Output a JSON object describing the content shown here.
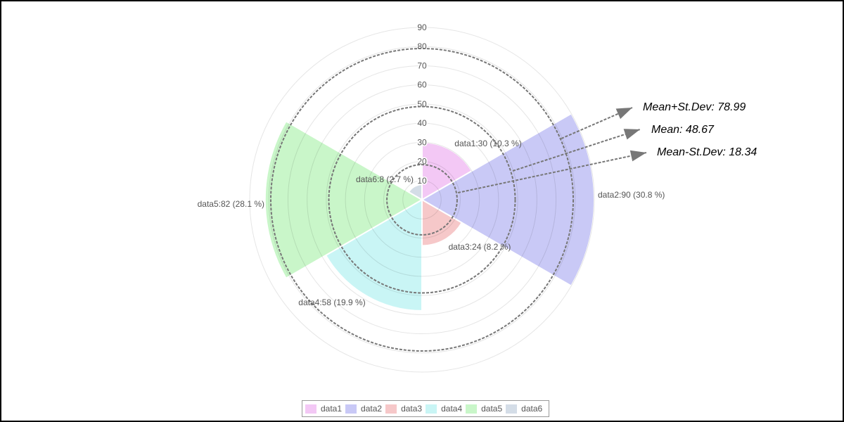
{
  "chart_data": {
    "type": "polarArea",
    "categories": [
      "data1",
      "data2",
      "data3",
      "data4",
      "data5",
      "data6"
    ],
    "values": [
      30,
      90,
      24,
      58,
      82,
      8
    ],
    "labels": [
      "data1:30 (10.3 %)",
      "data2:90 (30.8 %)",
      "data3:24 (8.2 %)",
      "data4:58 (19.9 %)",
      "data5:82 (28.1 %)",
      "data6:8 (2.7 %)"
    ],
    "colors": [
      "#f3c8f5",
      "#c9c9f6",
      "#f6c8c9",
      "#c9f5f5",
      "#c9f6c9",
      "#d4dde7"
    ],
    "r_ticks": [
      "10",
      "20",
      "30",
      "40",
      "50",
      "60",
      "70",
      "80",
      "90"
    ],
    "r_range": [
      0,
      90
    ],
    "grid": true,
    "legend_position": "bottom",
    "reference_lines": [
      {
        "label": "Mean+St.Dev: 78.99",
        "value": 78.99
      },
      {
        "label": "Mean: 48.67",
        "value": 48.67
      },
      {
        "label": "Mean-St.Dev: 18.34",
        "value": 18.34
      }
    ]
  }
}
